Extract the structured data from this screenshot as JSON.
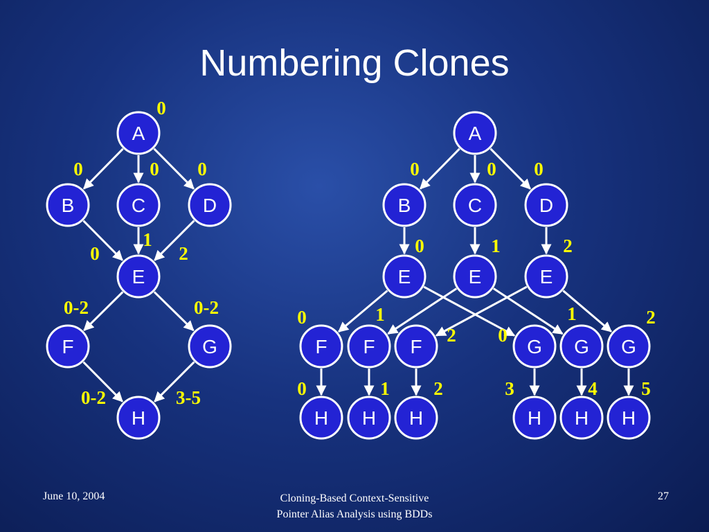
{
  "slide": {
    "title": "Numbering Clones",
    "footer_date": "June 10, 2004",
    "footer_title_line1": "Cloning-Based Context-Sensitive",
    "footer_title_line2": "Pointer Alias Analysis using BDDs",
    "page_number": "27"
  },
  "colors": {
    "background": "#17327e",
    "node_fill": "#2323d4",
    "node_stroke": "#ffffff",
    "edge": "#ffffff",
    "number_label": "#ffff00"
  },
  "left_graph": {
    "nodes": [
      {
        "id": "A",
        "label": "A"
      },
      {
        "id": "B",
        "label": "B"
      },
      {
        "id": "C",
        "label": "C"
      },
      {
        "id": "D",
        "label": "D"
      },
      {
        "id": "E",
        "label": "E"
      },
      {
        "id": "F",
        "label": "F"
      },
      {
        "id": "G",
        "label": "G"
      },
      {
        "id": "H",
        "label": "H"
      }
    ],
    "edges": [
      {
        "from": "A",
        "to": "B"
      },
      {
        "from": "A",
        "to": "C"
      },
      {
        "from": "A",
        "to": "D"
      },
      {
        "from": "B",
        "to": "E"
      },
      {
        "from": "C",
        "to": "E"
      },
      {
        "from": "D",
        "to": "E"
      },
      {
        "from": "E",
        "to": "F"
      },
      {
        "from": "E",
        "to": "G"
      },
      {
        "from": "F",
        "to": "H"
      },
      {
        "from": "G",
        "to": "H"
      }
    ],
    "numbers": [
      "0",
      "0",
      "0",
      "0",
      "0",
      "1",
      "2",
      "0-2",
      "0-2",
      "0-2",
      "3-5"
    ]
  },
  "right_graph": {
    "nodes": [
      {
        "id": "A",
        "label": "A"
      },
      {
        "id": "B",
        "label": "B"
      },
      {
        "id": "C",
        "label": "C"
      },
      {
        "id": "D",
        "label": "D"
      },
      {
        "id": "E1",
        "label": "E"
      },
      {
        "id": "E2",
        "label": "E"
      },
      {
        "id": "E3",
        "label": "E"
      },
      {
        "id": "F1",
        "label": "F"
      },
      {
        "id": "F2",
        "label": "F"
      },
      {
        "id": "F3",
        "label": "F"
      },
      {
        "id": "G1",
        "label": "G"
      },
      {
        "id": "G2",
        "label": "G"
      },
      {
        "id": "G3",
        "label": "G"
      },
      {
        "id": "H1",
        "label": "H"
      },
      {
        "id": "H2",
        "label": "H"
      },
      {
        "id": "H3",
        "label": "H"
      },
      {
        "id": "H4",
        "label": "H"
      },
      {
        "id": "H5",
        "label": "H"
      },
      {
        "id": "H6",
        "label": "H"
      }
    ],
    "edges": [
      {
        "from": "A",
        "to": "B"
      },
      {
        "from": "A",
        "to": "C"
      },
      {
        "from": "A",
        "to": "D"
      },
      {
        "from": "B",
        "to": "E1"
      },
      {
        "from": "C",
        "to": "E2"
      },
      {
        "from": "D",
        "to": "E3"
      },
      {
        "from": "E1",
        "to": "F1"
      },
      {
        "from": "E1",
        "to": "G1"
      },
      {
        "from": "E2",
        "to": "F2"
      },
      {
        "from": "E2",
        "to": "G2"
      },
      {
        "from": "E3",
        "to": "F3"
      },
      {
        "from": "E3",
        "to": "G3"
      },
      {
        "from": "F1",
        "to": "H1"
      },
      {
        "from": "F2",
        "to": "H2"
      },
      {
        "from": "F3",
        "to": "H3"
      },
      {
        "from": "G1",
        "to": "H4"
      },
      {
        "from": "G2",
        "to": "H5"
      },
      {
        "from": "G3",
        "to": "H6"
      }
    ],
    "numbers": [
      "0",
      "0",
      "0",
      "0",
      "1",
      "2",
      "0",
      "1",
      "2",
      "0",
      "1",
      "2",
      "0",
      "1",
      "2",
      "3",
      "4",
      "5"
    ]
  }
}
